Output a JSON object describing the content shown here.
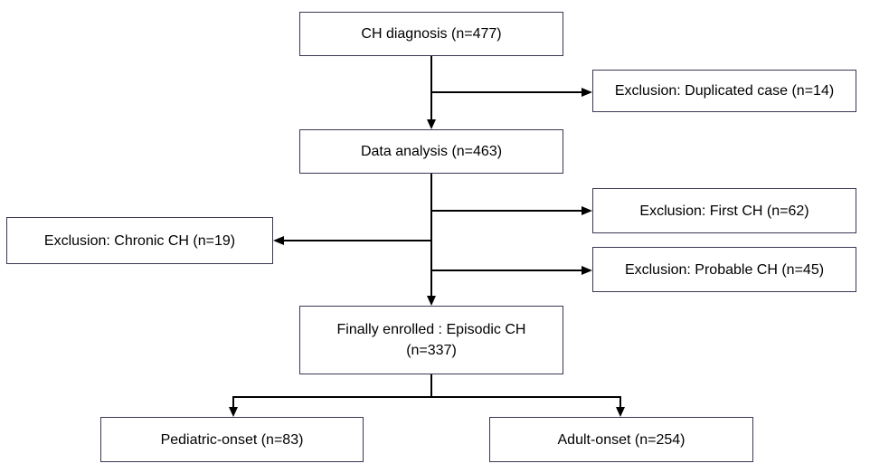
{
  "diagram": {
    "type": "flowchart",
    "background": "#ffffff",
    "colors": {
      "box_border": "#3f3654",
      "box_fill": "#ffffff",
      "connector": "#000000",
      "text": "#000000"
    },
    "nodes": {
      "ch_diagnosis": {
        "label": "CH diagnosis (n=477)"
      },
      "excl_duplicated": {
        "label": "Exclusion: Duplicated case (n=14)"
      },
      "data_analysis": {
        "label": "Data analysis (n=463)"
      },
      "excl_first": {
        "label": "Exclusion: First CH (n=62)"
      },
      "excl_chronic": {
        "label": "Exclusion: Chronic CH (n=19)"
      },
      "excl_probable": {
        "label": "Exclusion: Probable CH (n=45)"
      },
      "finally_enrolled": {
        "line1": "Finally enrolled : Episodic CH",
        "line2": "(n=337)"
      },
      "pediatric_onset": {
        "label": "Pediatric-onset (n=83)"
      },
      "adult_onset": {
        "label": "Adult-onset (n=254)"
      }
    },
    "edges": [
      {
        "from": "ch_diagnosis",
        "to": "excl_duplicated"
      },
      {
        "from": "ch_diagnosis",
        "to": "data_analysis"
      },
      {
        "from": "data_analysis",
        "to": "excl_first"
      },
      {
        "from": "data_analysis",
        "to": "excl_chronic"
      },
      {
        "from": "data_analysis",
        "to": "excl_probable"
      },
      {
        "from": "data_analysis",
        "to": "finally_enrolled"
      },
      {
        "from": "finally_enrolled",
        "to": "pediatric_onset"
      },
      {
        "from": "finally_enrolled",
        "to": "adult_onset"
      }
    ]
  }
}
